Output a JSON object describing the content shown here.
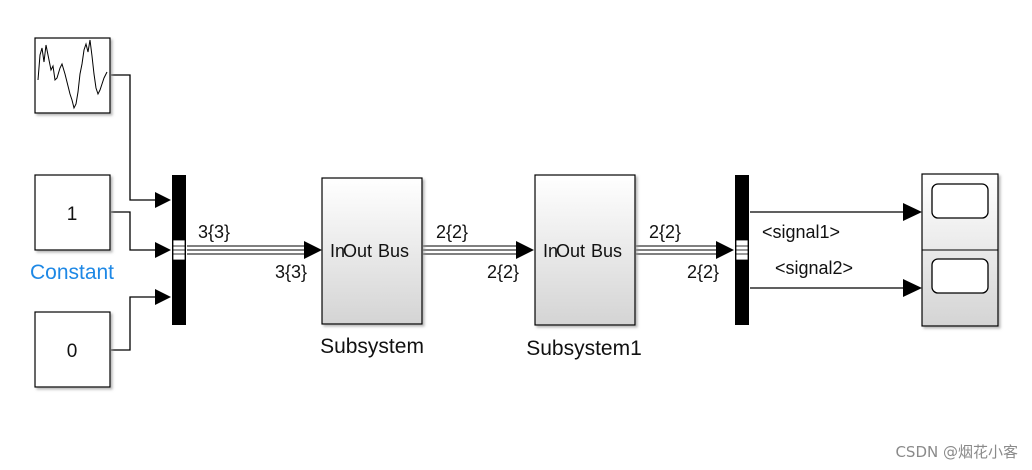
{
  "blocks": {
    "constant_top": {
      "value": "1",
      "name": "Constant"
    },
    "constant_bottom": {
      "value": "0"
    },
    "subsystem": {
      "port_in": "In",
      "port_out": "Out",
      "bus": "Bus",
      "name": "Subsystem"
    },
    "subsystem1": {
      "port_in": "In",
      "port_out": "Out",
      "bus": "Bus",
      "name": "Subsystem1"
    }
  },
  "signals": {
    "mux_out_top": "3{3}",
    "mux_out_bottom": "3{3}",
    "sub_out_top": "2{2}",
    "sub_out_bottom": "2{2}",
    "sub1_out_top": "2{2}",
    "sub1_out_bottom": "2{2}",
    "signal1": "<signal1>",
    "signal2": "<signal2>"
  },
  "colors": {
    "block_name_highlight": "#1e88e5",
    "line": "#000000"
  },
  "watermark": "CSDN @烟花小客"
}
